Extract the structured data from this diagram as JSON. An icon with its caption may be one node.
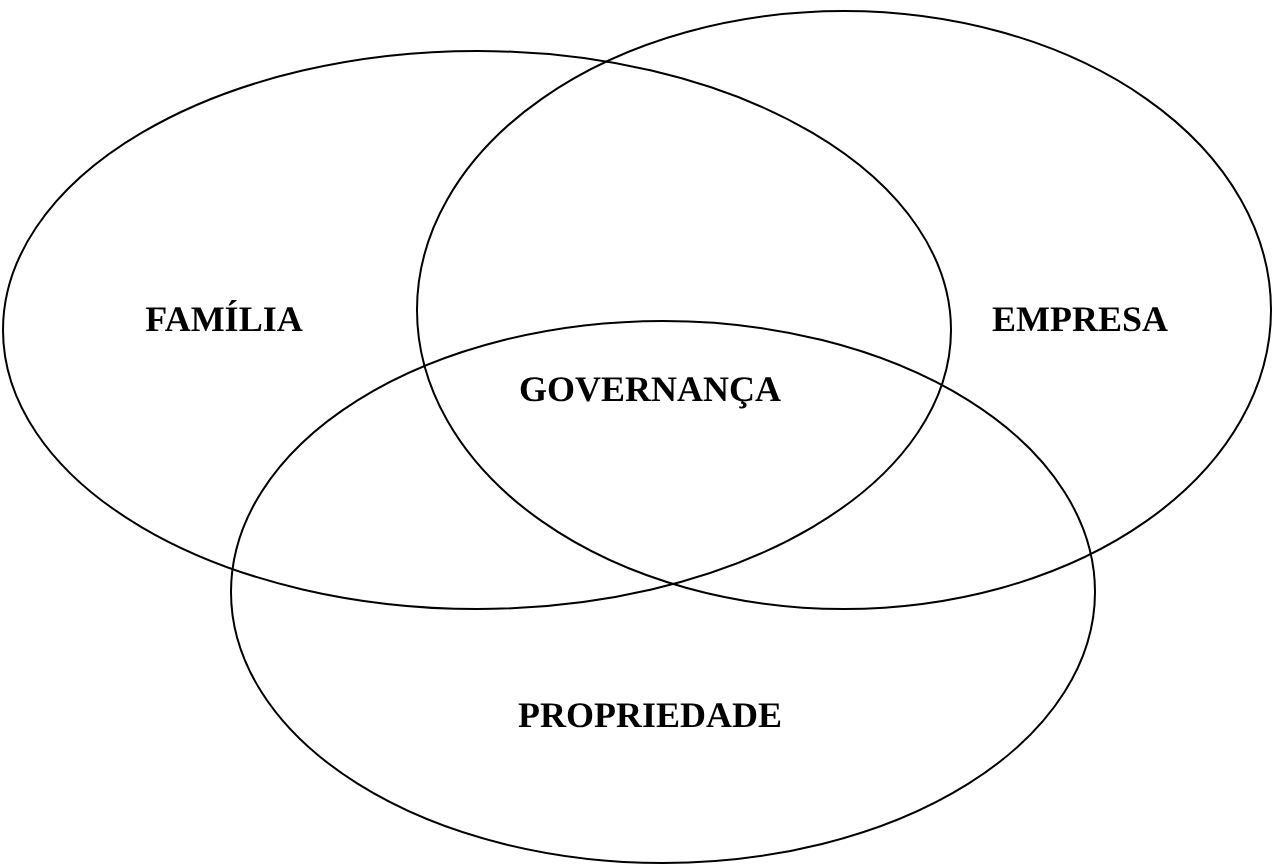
{
  "diagram": {
    "nodes": [
      {
        "text": [
          "FAMÍLIA"
        ]
      },
      {
        "text": [
          "EMPRESA"
        ]
      },
      {
        "text": [
          "PROPRIEDADE"
        ]
      }
    ],
    "labels": [
      "GOVERNANÇA"
    ]
  }
}
